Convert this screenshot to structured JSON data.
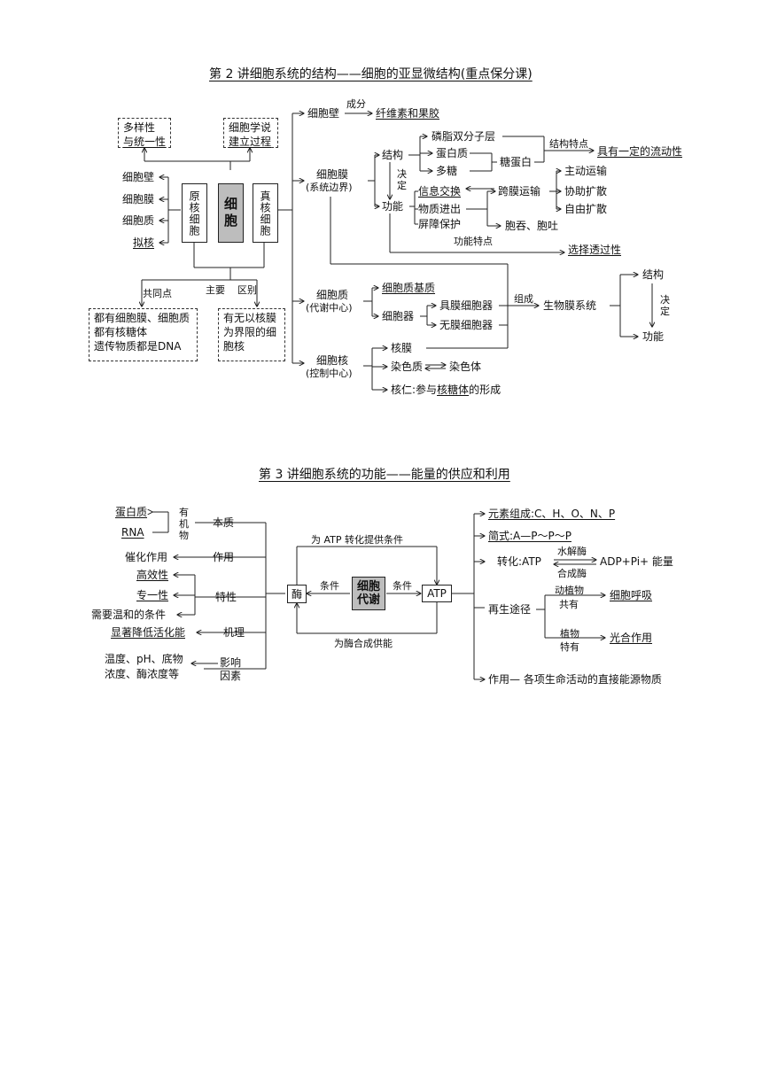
{
  "section2": {
    "title": "第 2 讲细胞系统的结构——细胞的亚显微结构(重点保分课)",
    "diversity": [
      "多样性",
      "与统一性"
    ],
    "theory": [
      "细胞学说",
      "建立过程"
    ],
    "prok_items": [
      "细胞壁",
      "细胞膜",
      "细胞质",
      "拟核"
    ],
    "prok_box": "原核细胞",
    "cell_box": "细胞",
    "euk_box": "真核细胞",
    "common_label": "共同点",
    "main_label": "主要",
    "diff_label": "区别",
    "common_box": [
      "都有细胞膜、细胞质",
      "都有核糖体",
      "遗传物质都是DNA"
    ],
    "diff_box": [
      "有无以核膜",
      "为界限的细",
      "胞核"
    ],
    "wall": "细胞壁",
    "wall_comp": "成分",
    "wall_content": "纤维素和果胶",
    "membrane": [
      "细胞膜",
      "(系统边界)"
    ],
    "structure": "结构",
    "decide": "决定",
    "function": "功能",
    "lipid": "磷脂双分子层",
    "protein": "蛋白质",
    "sugar": "多糖",
    "glycoprotein": "糖蛋白",
    "struct_feature": "结构特点",
    "fluidity": "具有一定的流动性",
    "info": "信息交换",
    "transport": "物质进出",
    "barrier": "屏障保护",
    "trans_membrane": "跨膜运输",
    "active": "主动运输",
    "facilitated": "协助扩散",
    "free": "自由扩散",
    "endo": "胞吞、胞吐",
    "func_feature": "功能特点",
    "selective": "选择透过性",
    "cytoplasm": [
      "细胞质",
      "(代谢中心)"
    ],
    "matrix": "细胞质基质",
    "organelle": "细胞器",
    "membr_org": "具膜细胞器",
    "nonmembr_org": "无膜细胞器",
    "compose": "组成",
    "bio_membrane": "生物膜系统",
    "bm_structure": "结构",
    "bm_decide": "决定",
    "bm_function": "功能",
    "nucleus": [
      "细胞核",
      "(控制中心)"
    ],
    "nuc_membrane": "核膜",
    "chromatin": "染色质",
    "chromosome": "染色体",
    "nucleolus_a": "核仁:参与",
    "nucleolus_b": "核糖体",
    "nucleolus_c": "的形成"
  },
  "section3": {
    "title": "第 3 讲细胞系统的功能——能量的供应和利用",
    "protein": "蛋白质",
    "rna": "RNA",
    "organic": "有机物",
    "essence": "本质",
    "catalysis": "催化作用",
    "role": "作用",
    "efficient": "高效性",
    "specific": "专一性",
    "feature": "特性",
    "mild": "需要温和的条件",
    "lower": "显著降低活化能",
    "mechanism": "机理",
    "factors_l1": "温度、pH、底物",
    "factors_l2": "浓度、酶浓度等",
    "influence": [
      "影响",
      "因素"
    ],
    "enzyme": "酶",
    "metab": [
      "细胞",
      "代谢"
    ],
    "atp": "ATP",
    "cond1": "条件",
    "cond2": "条件",
    "top_label": "为 ATP 转化提供条件",
    "bottom_label": "为酶合成供能",
    "elements": "元素组成:C、H、O、N、P",
    "formula": "简式:A—P～P～P",
    "conv_prefix": "转化:ATP",
    "hydrolase": "水解酶",
    "synthase": "合成酶",
    "conv_suffix": "ADP+Pi+ 能量",
    "regen": "再生途径",
    "animal_plant": "动植物",
    "shared": "共有",
    "respiration": "细胞呼吸",
    "plant": "植物",
    "unique": "特有",
    "photosyn": "光合作用",
    "atp_role": "作用— 各项生命活动的直接能源物质"
  }
}
